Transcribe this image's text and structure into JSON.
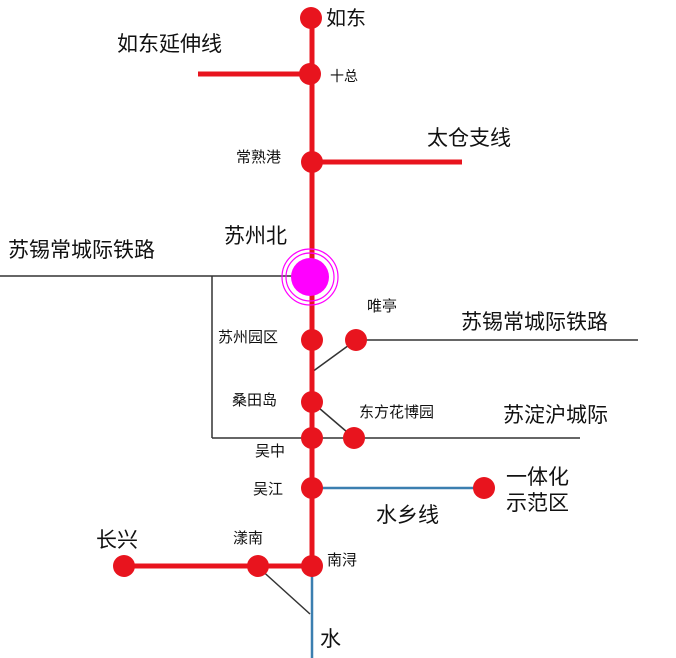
{
  "lines": {
    "rudong_extension": "如东延伸线",
    "taicang_branch": "太仓支线",
    "su_xi_chang_intercity_left": "苏锡常城际铁路",
    "su_xi_chang_intercity_right": "苏锡常城际铁路",
    "su_dian_hu_intercity": "苏淀沪城际",
    "shuixiang_line": "水乡线"
  },
  "stations": {
    "rudong": "如东",
    "shizong": "十总",
    "changshugang": "常熟港",
    "suzhoubei": "苏州北",
    "weiting": "唯亭",
    "suzhouyuanqu": "苏州园区",
    "sangtiandao": "桑田岛",
    "dongfanghuaboyuan": "东方花博园",
    "wuzhong": "吴中",
    "wujiang": "吴江",
    "yitihua_line1": "一体化",
    "yitihua_line2": "示范区",
    "changxing": "长兴",
    "yangnan": "漾南",
    "nanxun": "南浔"
  },
  "partial_label": "水",
  "colors": {
    "main_line": "#e8141e",
    "station": "#e8141e",
    "hub": "#ff00ff",
    "intercity": "#333333",
    "shuixiang": "#3b7fb0"
  }
}
